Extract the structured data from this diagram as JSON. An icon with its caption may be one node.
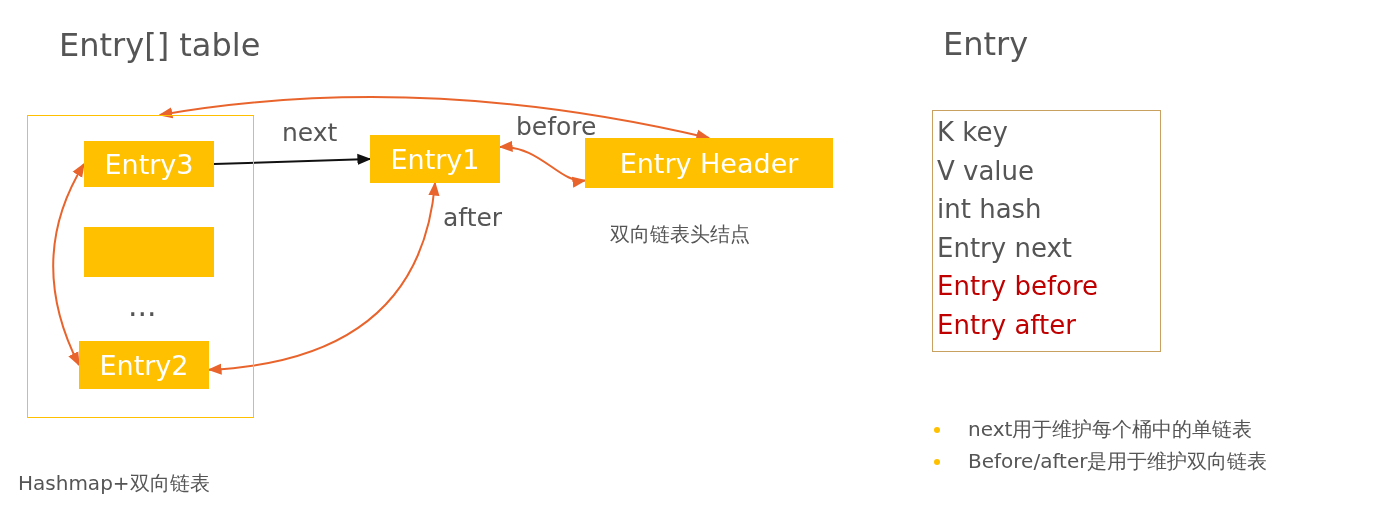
{
  "diagram": {
    "nodes": [
      {
        "text": [
          "Entry[] table"
        ]
      },
      {
        "text": [
          "Entry3"
        ],
        "in": 0
      },
      {
        "text": [],
        "shape": "bar",
        "in": 0
      },
      {
        "text": [
          "Entry2"
        ],
        "in": 0
      },
      {
        "text": [
          "Entry1"
        ]
      },
      {
        "text": [
          "Entry Header"
        ],
        "beside": [
          "双向链表头结点"
        ]
      },
      {
        "text": [
          "Entry",
          "K  key",
          "V value",
          "int hash",
          "Entry next",
          "Entry before",
          "Entry after"
        ]
      }
    ],
    "edges": [
      {
        "from": 1,
        "to": 4,
        "arrow": "to",
        "label": "next",
        "color": "#111111"
      },
      {
        "from": 4,
        "to": 5,
        "arrow": "both",
        "label": "before"
      },
      {
        "from": 5,
        "to": 0,
        "arrow": "both"
      },
      {
        "from": 1,
        "to": 3,
        "arrow": "both"
      },
      {
        "from": 3,
        "to": 4,
        "arrow": "both",
        "label": "after"
      }
    ],
    "labels": [
      "...",
      "Hashmap+双向链表",
      "next用于维护每个桶中的单链表",
      "Before/after是用于维护双向链表"
    ]
  }
}
